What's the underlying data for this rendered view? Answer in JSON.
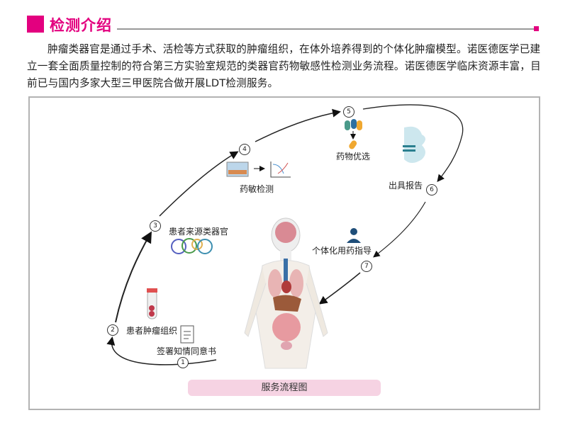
{
  "header": {
    "title": "检测介绍"
  },
  "intro": "肿瘤类器官是通过手术、活检等方式获取的肿瘤组织，在体外培养得到的个体化肿瘤模型。诺医德医学已建立一套全面质量控制的符合第三方实验室规范的类器官药物敏感性检测业务流程。诺医德医学临床资源丰富，目前已与国内多家大型三甲医院合做开展LDT检测服务。",
  "diagram": {
    "caption": "服务流程图",
    "steps": [
      {
        "num": "1",
        "label": "签署知情同意书"
      },
      {
        "num": "2",
        "label": "患者肿瘤组织"
      },
      {
        "num": "3",
        "label": "患者来源类器官"
      },
      {
        "num": "4",
        "label": "药敏检测"
      },
      {
        "num": "5",
        "label": "药物优选"
      },
      {
        "num": "6",
        "label": "出具报告"
      },
      {
        "num": "7",
        "label": "个体化用药指导"
      }
    ]
  },
  "colors": {
    "accent": "#e3007f",
    "caption_bg": "#f6d3e3"
  }
}
